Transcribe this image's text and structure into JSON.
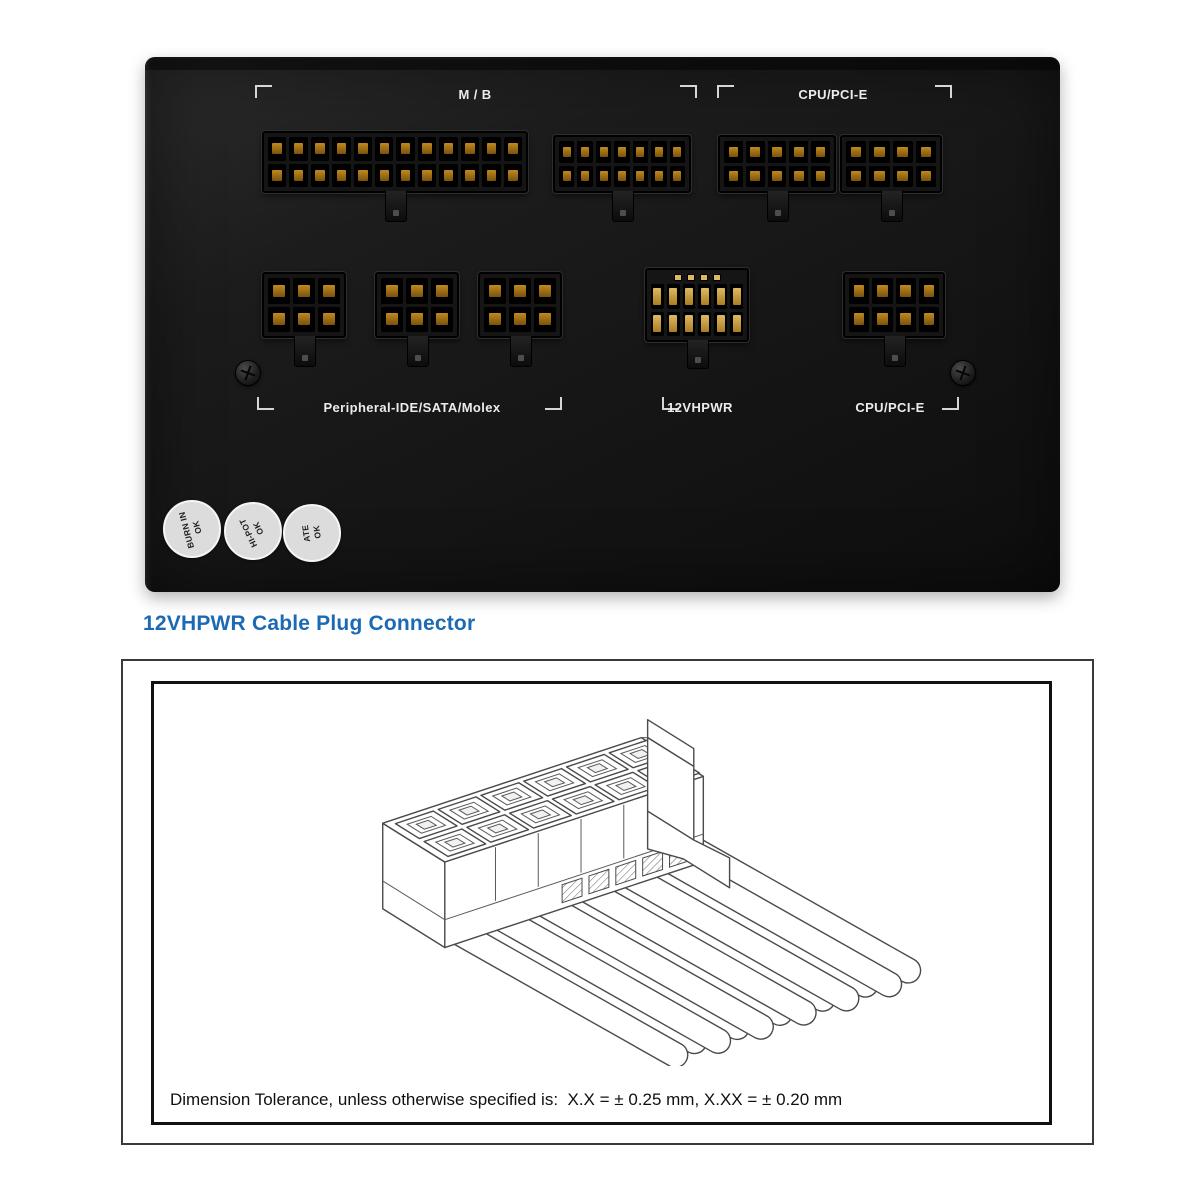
{
  "psu": {
    "labels": {
      "mb": "M / B",
      "cpu_pcie_top": "CPU/PCI-E",
      "peripheral": "Peripheral-IDE/SATA/Molex",
      "vhpwr": "12VHPWR",
      "cpu_pcie_bottom": "CPU/PCI-E"
    },
    "connectors": {
      "mb24": {
        "rows": 2,
        "cols": 12,
        "type": "amber"
      },
      "mb14": {
        "rows": 2,
        "cols": 7,
        "type": "amber"
      },
      "cpu_top_a": {
        "rows": 2,
        "cols": 5,
        "type": "amber"
      },
      "cpu_top_b": {
        "rows": 2,
        "cols": 4,
        "type": "amber"
      },
      "peri_a": {
        "rows": 2,
        "cols": 3,
        "type": "amber"
      },
      "peri_b": {
        "rows": 2,
        "cols": 3,
        "type": "amber"
      },
      "peri_c": {
        "rows": 2,
        "cols": 3,
        "type": "amber"
      },
      "vhpwr": {
        "rows": 2,
        "cols": 6,
        "type": "gold",
        "sense_pins": 4
      },
      "cpu_bottom": {
        "rows": 2,
        "cols": 4,
        "type": "amber"
      }
    },
    "stamps": [
      {
        "line1": "BURN IN",
        "line2": "OK"
      },
      {
        "line1": "HI-POT",
        "line2": "OK"
      },
      {
        "line1": "ATE",
        "line2": "OK"
      }
    ]
  },
  "heading": "12VHPWR Cable Plug Connector",
  "drawing": {
    "tolerance_note": "Dimension Tolerance, unless otherwise specified is:  X.X = ± 0.25 mm, X.XX = ± 0.20 mm"
  },
  "colors": {
    "heading_blue": "#1b6ab3",
    "pin_amber": "#c18a1f",
    "pin_gold": "#ddb964",
    "panel_black": "#161616"
  }
}
